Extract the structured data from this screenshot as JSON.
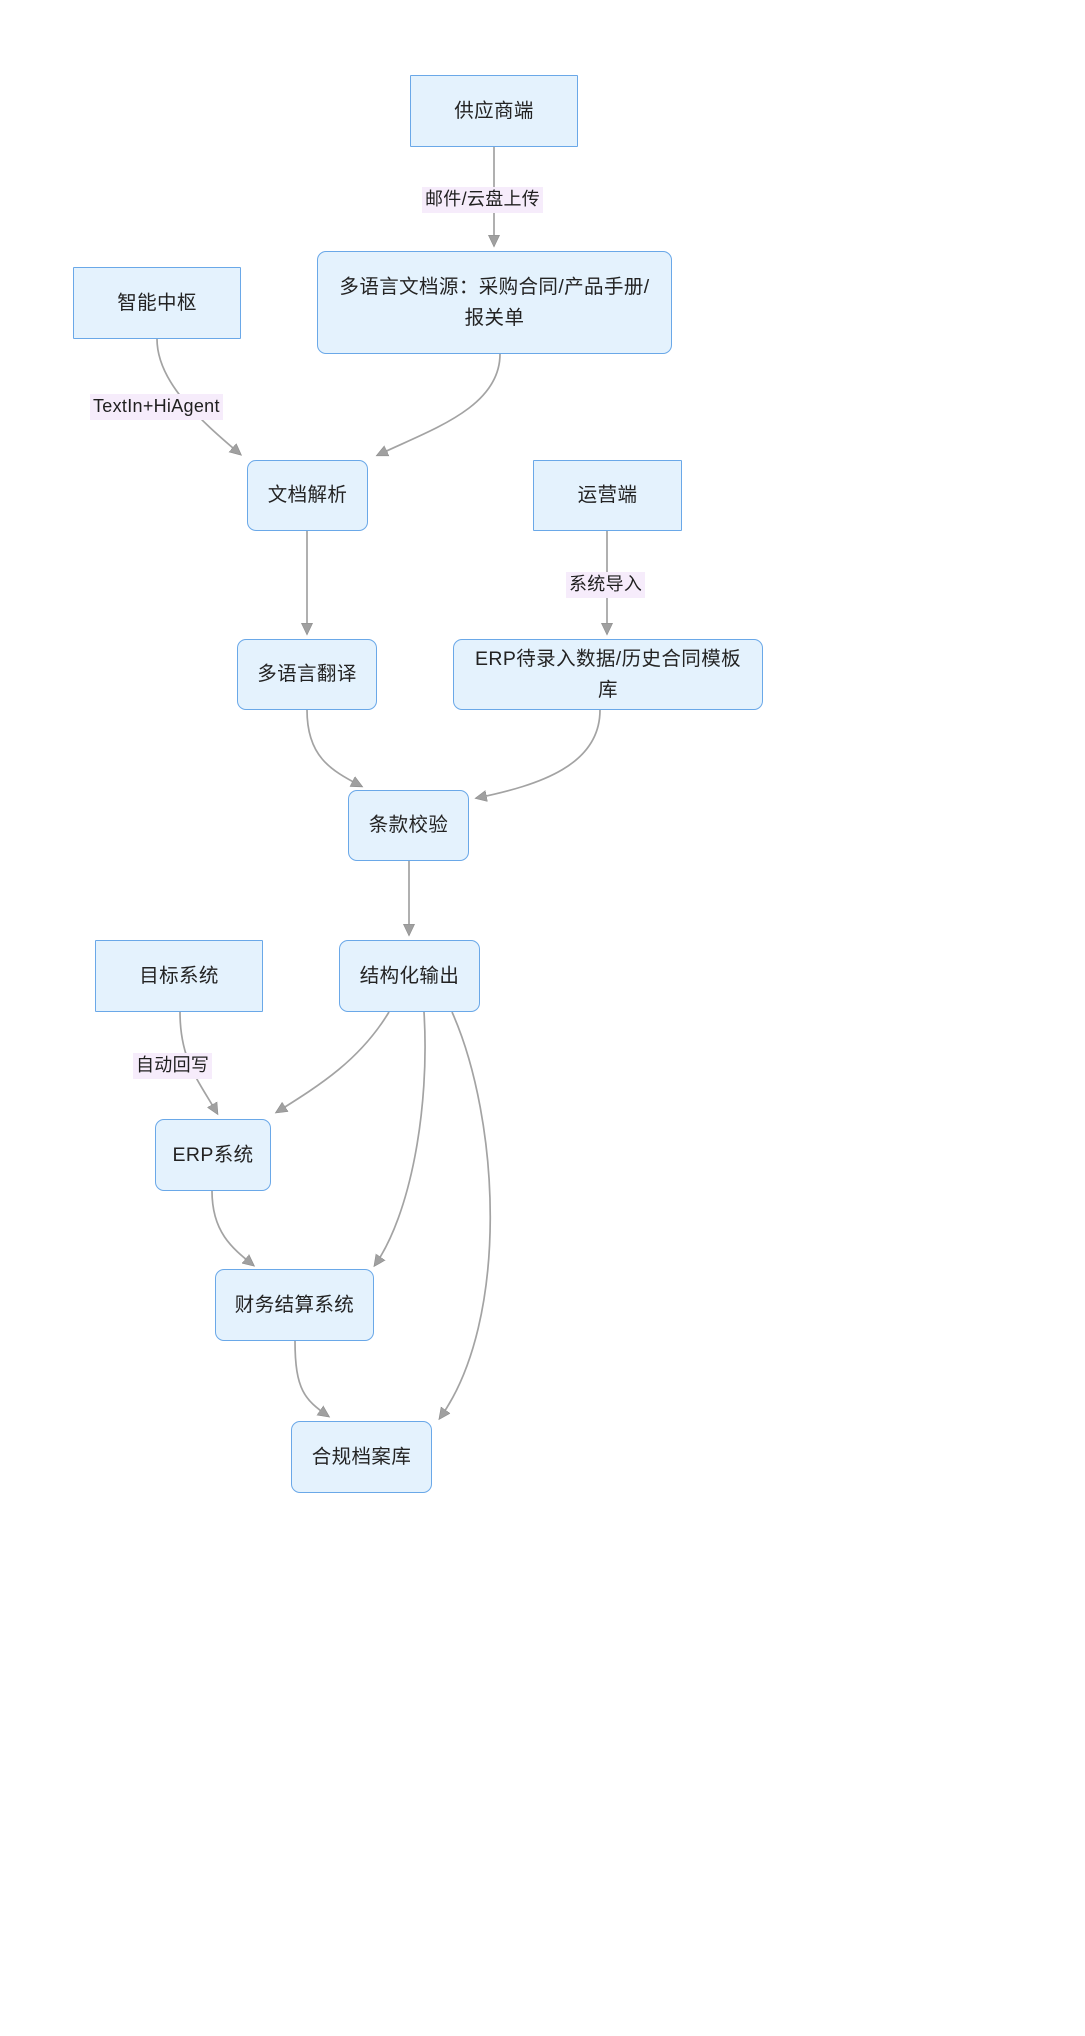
{
  "diagram": {
    "title": "",
    "type": "flowchart",
    "direction": "top-down",
    "colors": {
      "node_fill": "#e4f2fd",
      "node_border": "#6aa8e8",
      "node_text": "#232323",
      "edge_stroke": "#9a9a9a",
      "edge_label_bg": "#f6ecfb",
      "background": "#ffffff"
    },
    "nodes": [
      {
        "id": "supplier",
        "label": "供应商端",
        "shape": "rect"
      },
      {
        "id": "docsource",
        "label": "多语言文档源：采购合同/产品手册/报关单",
        "shape": "rounded"
      },
      {
        "id": "hub",
        "label": "智能中枢",
        "shape": "rect"
      },
      {
        "id": "parse",
        "label": "文档解析",
        "shape": "rounded"
      },
      {
        "id": "ops",
        "label": "运营端",
        "shape": "rect"
      },
      {
        "id": "translate",
        "label": "多语言翻译",
        "shape": "rounded"
      },
      {
        "id": "erpdata",
        "label": "ERP待录入数据/历史合同模板库",
        "shape": "rounded"
      },
      {
        "id": "clause",
        "label": "条款校验",
        "shape": "rounded"
      },
      {
        "id": "target",
        "label": "目标系统",
        "shape": "rect"
      },
      {
        "id": "structured",
        "label": "结构化输出",
        "shape": "rounded"
      },
      {
        "id": "erpsys",
        "label": "ERP系统",
        "shape": "rounded"
      },
      {
        "id": "finance",
        "label": "财务结算系统",
        "shape": "rounded"
      },
      {
        "id": "archive",
        "label": "合规档案库",
        "shape": "rounded"
      }
    ],
    "edges": [
      {
        "from": "supplier",
        "to": "docsource",
        "label": "邮件/云盘上传"
      },
      {
        "from": "hub",
        "to": "parse",
        "label": "TextIn+HiAgent"
      },
      {
        "from": "docsource",
        "to": "parse",
        "label": ""
      },
      {
        "from": "parse",
        "to": "translate",
        "label": ""
      },
      {
        "from": "ops",
        "to": "erpdata",
        "label": "系统导入"
      },
      {
        "from": "translate",
        "to": "clause",
        "label": ""
      },
      {
        "from": "erpdata",
        "to": "clause",
        "label": ""
      },
      {
        "from": "clause",
        "to": "structured",
        "label": ""
      },
      {
        "from": "target",
        "to": "erpsys",
        "label": "自动回写"
      },
      {
        "from": "structured",
        "to": "erpsys",
        "label": ""
      },
      {
        "from": "structured",
        "to": "finance",
        "label": ""
      },
      {
        "from": "structured",
        "to": "archive",
        "label": ""
      },
      {
        "from": "erpsys",
        "to": "finance",
        "label": ""
      },
      {
        "from": "finance",
        "to": "archive",
        "label": ""
      }
    ],
    "edge_labels": {
      "upload": "邮件/云盘上传",
      "textin": "TextIn+HiAgent",
      "import": "系统导入",
      "writeback": "自动回写"
    }
  }
}
